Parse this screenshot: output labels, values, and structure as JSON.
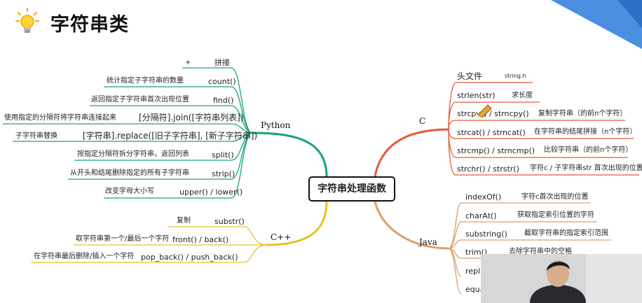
{
  "title": "字符串类",
  "center": "字符串处理函数",
  "python": {
    "name": "Python",
    "items": [
      {
        "func": "拼接",
        "desc": "+"
      },
      {
        "func": "count()",
        "desc": "统计指定子字符串的数量"
      },
      {
        "func": "find()",
        "desc": "返回指定子字符串首次出现位置"
      },
      {
        "func": "[分隔符].join([字符串列表])",
        "desc": "使用指定的分隔符将字符串连接起来"
      },
      {
        "func": "[字符串].replace([旧子字符串], [新子字符串])",
        "desc": "子字符串替换"
      },
      {
        "func": "split()",
        "desc": "按指定分隔符拆分字符串，返回列表"
      },
      {
        "func": "strip()",
        "desc": "从开头和结尾删除指定的所有子字符串"
      },
      {
        "func": "upper() / lower()",
        "desc": "改变字母大小写"
      }
    ]
  },
  "cpp": {
    "name": "C++",
    "items": [
      {
        "func": "substr()",
        "desc": "复制"
      },
      {
        "func": "front() / back()",
        "desc": "取字符串第一个/最后一个字符"
      },
      {
        "func": "pop_back() / push_back()",
        "desc": "在字符串最后删除/插入一个字符"
      }
    ]
  },
  "c": {
    "name": "C",
    "items": [
      {
        "func": "头文件",
        "desc": "string.h"
      },
      {
        "func": "strlen(str)",
        "desc": "求长度"
      },
      {
        "func": "strcpy() / strncpy()",
        "desc": "复制字符串（的前n个字符）"
      },
      {
        "func": "strcat() / strncat()",
        "desc": "在字符串的结尾拼接（n个字符）"
      },
      {
        "func": "strcmp() / strncmp()",
        "desc": "比较字符串（的前n个字符）"
      },
      {
        "func": "strchr() / strstr()",
        "desc": "字符c / 子字符串str 首次出现的位置"
      }
    ]
  },
  "java": {
    "name": "Java",
    "items": [
      {
        "func": "indexOf()",
        "desc": "字符c首次出现的位置"
      },
      {
        "func": "charAt()",
        "desc": "获取指定索引位置的字符"
      },
      {
        "func": "substring()",
        "desc": "截取字符串的指定索引范围"
      },
      {
        "func": "trim()",
        "desc": "去除字符串中的空格"
      },
      {
        "func": "replac",
        "desc": ""
      },
      {
        "func": "equal",
        "desc": ""
      }
    ]
  },
  "colors": {
    "python": "#1aa37a",
    "cpp": "#e8c12a",
    "c": "#e85a3a",
    "java": "#d9a06a",
    "corner": "#4a8fe0"
  }
}
